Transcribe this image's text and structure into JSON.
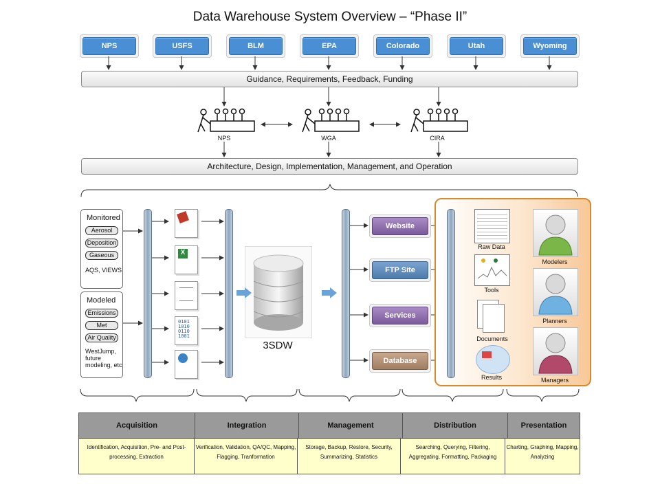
{
  "title": "Data Warehouse System Overview – “Phase II”",
  "stakeholders": [
    "NPS",
    "USFS",
    "BLM",
    "EPA",
    "Colorado",
    "Utah",
    "Wyoming"
  ],
  "bars": {
    "guidance": "Guidance, Requirements, Feedback, Funding",
    "architecture": "Architecture, Design, Implementation, Management, and Operation"
  },
  "groups": [
    "NPS",
    "WGA",
    "CIRA"
  ],
  "monitored": {
    "title": "Monitored",
    "items": [
      "Aerosol",
      "Deposition",
      "Gaseous"
    ],
    "extra": "AQS, VIEWS"
  },
  "modeled": {
    "title": "Modeled",
    "items": [
      "Emissions",
      "Met",
      "Air Quality"
    ],
    "extra": "WestJump, future modeling, etc"
  },
  "database_label": "3SDW",
  "services": [
    "Website",
    "FTP Site",
    "Services",
    "Database"
  ],
  "outputs": [
    "Raw Data",
    "Tools",
    "Documents",
    "Results"
  ],
  "users": [
    "Modelers",
    "Planners",
    "Managers"
  ],
  "functions": [
    {
      "name": "Acquisition",
      "desc": "Identification, Acquisition, Pre- and Post-processing, Extraction"
    },
    {
      "name": "Integration",
      "desc": "Verification, Validation, QA/QC, Mapping, Flagging, Tranformation"
    },
    {
      "name": "Management",
      "desc": "Storage, Backup, Restore, Security, Summarizing, Statistics"
    },
    {
      "name": "Distribution",
      "desc": "Searching, Querying, Filtering, Aggregating, Formatting, Packaging"
    },
    {
      "name": "Presentation",
      "desc": "Charting, Graphing, Mapping, Analyzing"
    }
  ],
  "colors": {
    "stakeholder_blue": "#4a8fd4",
    "presentation_orange": "#d98a2b",
    "function_header": "#9a9a9a",
    "function_body": "#ffffcc"
  }
}
